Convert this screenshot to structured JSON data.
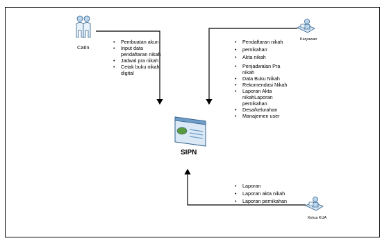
{
  "actors": {
    "catin": {
      "label": "Catin"
    },
    "karyawan": {
      "label": "Karyawan"
    },
    "ketua_kua": {
      "label": "Ketua KUA"
    }
  },
  "system": {
    "label": "SIPN"
  },
  "lists": {
    "catin": [
      "Pembuatan akun",
      "Input data pendaftaran nikah",
      "Jadwal pra nikah",
      "Cetak buku nikah digital"
    ],
    "karyawan": [
      "Pendaftaran nikah",
      "pernikahan",
      "Akta nikah",
      "Penjadwalan Pra nikah",
      "Data Buku Nikah",
      "Rekomendasi Nikah",
      "Laporan Akta nikahLaporan pernikahan",
      "Desa/kelurahan",
      "Manajemen user"
    ],
    "ketua_kua": [
      "Laporan",
      "Laporan akta nikah",
      "Laporan pernikahan"
    ]
  },
  "icons": {
    "catin": "two-people-icon",
    "karyawan": "person-at-desk-icon",
    "ketua_kua": "person-at-desk-icon",
    "system": "browser-window-icon"
  },
  "colors": {
    "line": "#000000",
    "icon_fill": "#bcd6ee",
    "icon_stroke": "#2f5f8a"
  }
}
